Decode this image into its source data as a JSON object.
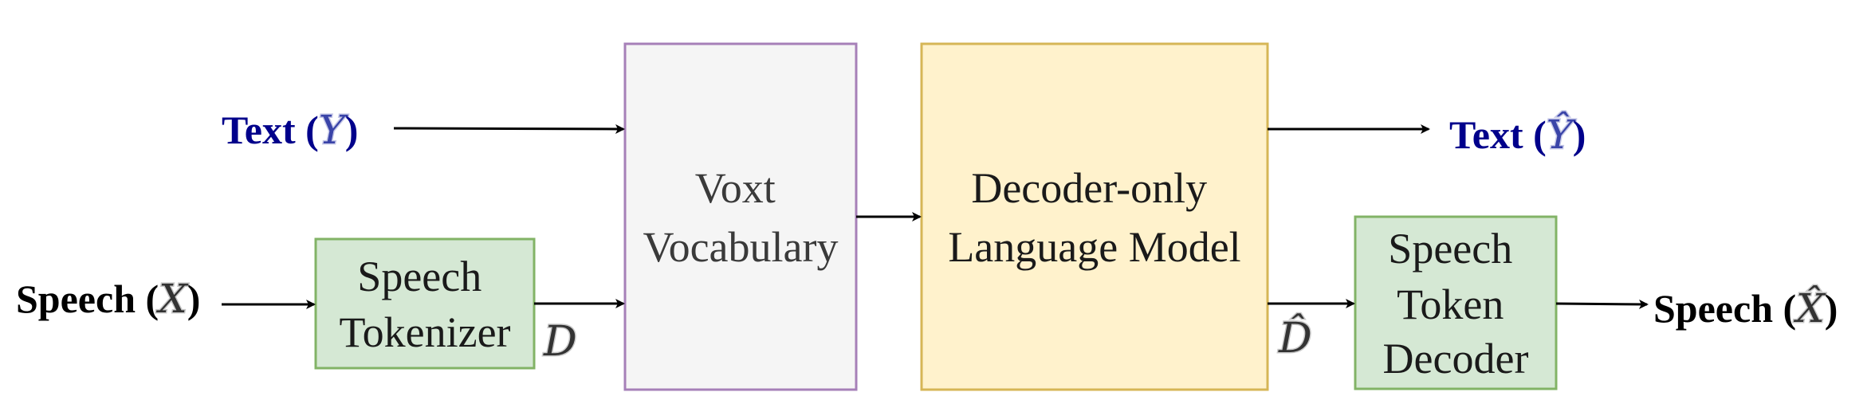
{
  "inputs": {
    "text_label": "Text (",
    "text_symbol": "Y",
    "speech_label": "Speech (",
    "speech_symbol": "X",
    "close_paren": ")"
  },
  "outputs": {
    "text_label": "Text (",
    "text_symbol": "Ŷ",
    "speech_label": "Speech (",
    "speech_symbol": "X̂",
    "close_paren": ")"
  },
  "boxes": {
    "speech_tokenizer": [
      "Speech",
      "Tokenizer"
    ],
    "voxt_vocabulary": [
      "Voxt",
      "Vocabulary"
    ],
    "language_model": [
      "Decoder-only",
      "Language Model"
    ],
    "speech_token_decoder": [
      "Speech",
      "Token",
      "Decoder"
    ]
  },
  "edge_labels": {
    "tokens": "D",
    "predicted_tokens": "D̂"
  },
  "colors": {
    "text_blue": "#00008b",
    "tokenizer_fill": "#d5e8d4",
    "tokenizer_stroke": "#82b366",
    "vocab_fill": "#f5f5f5",
    "vocab_stroke": "#a680b8",
    "lm_fill": "#fff2cc",
    "lm_stroke": "#d6b656",
    "arrow": "#000000"
  }
}
